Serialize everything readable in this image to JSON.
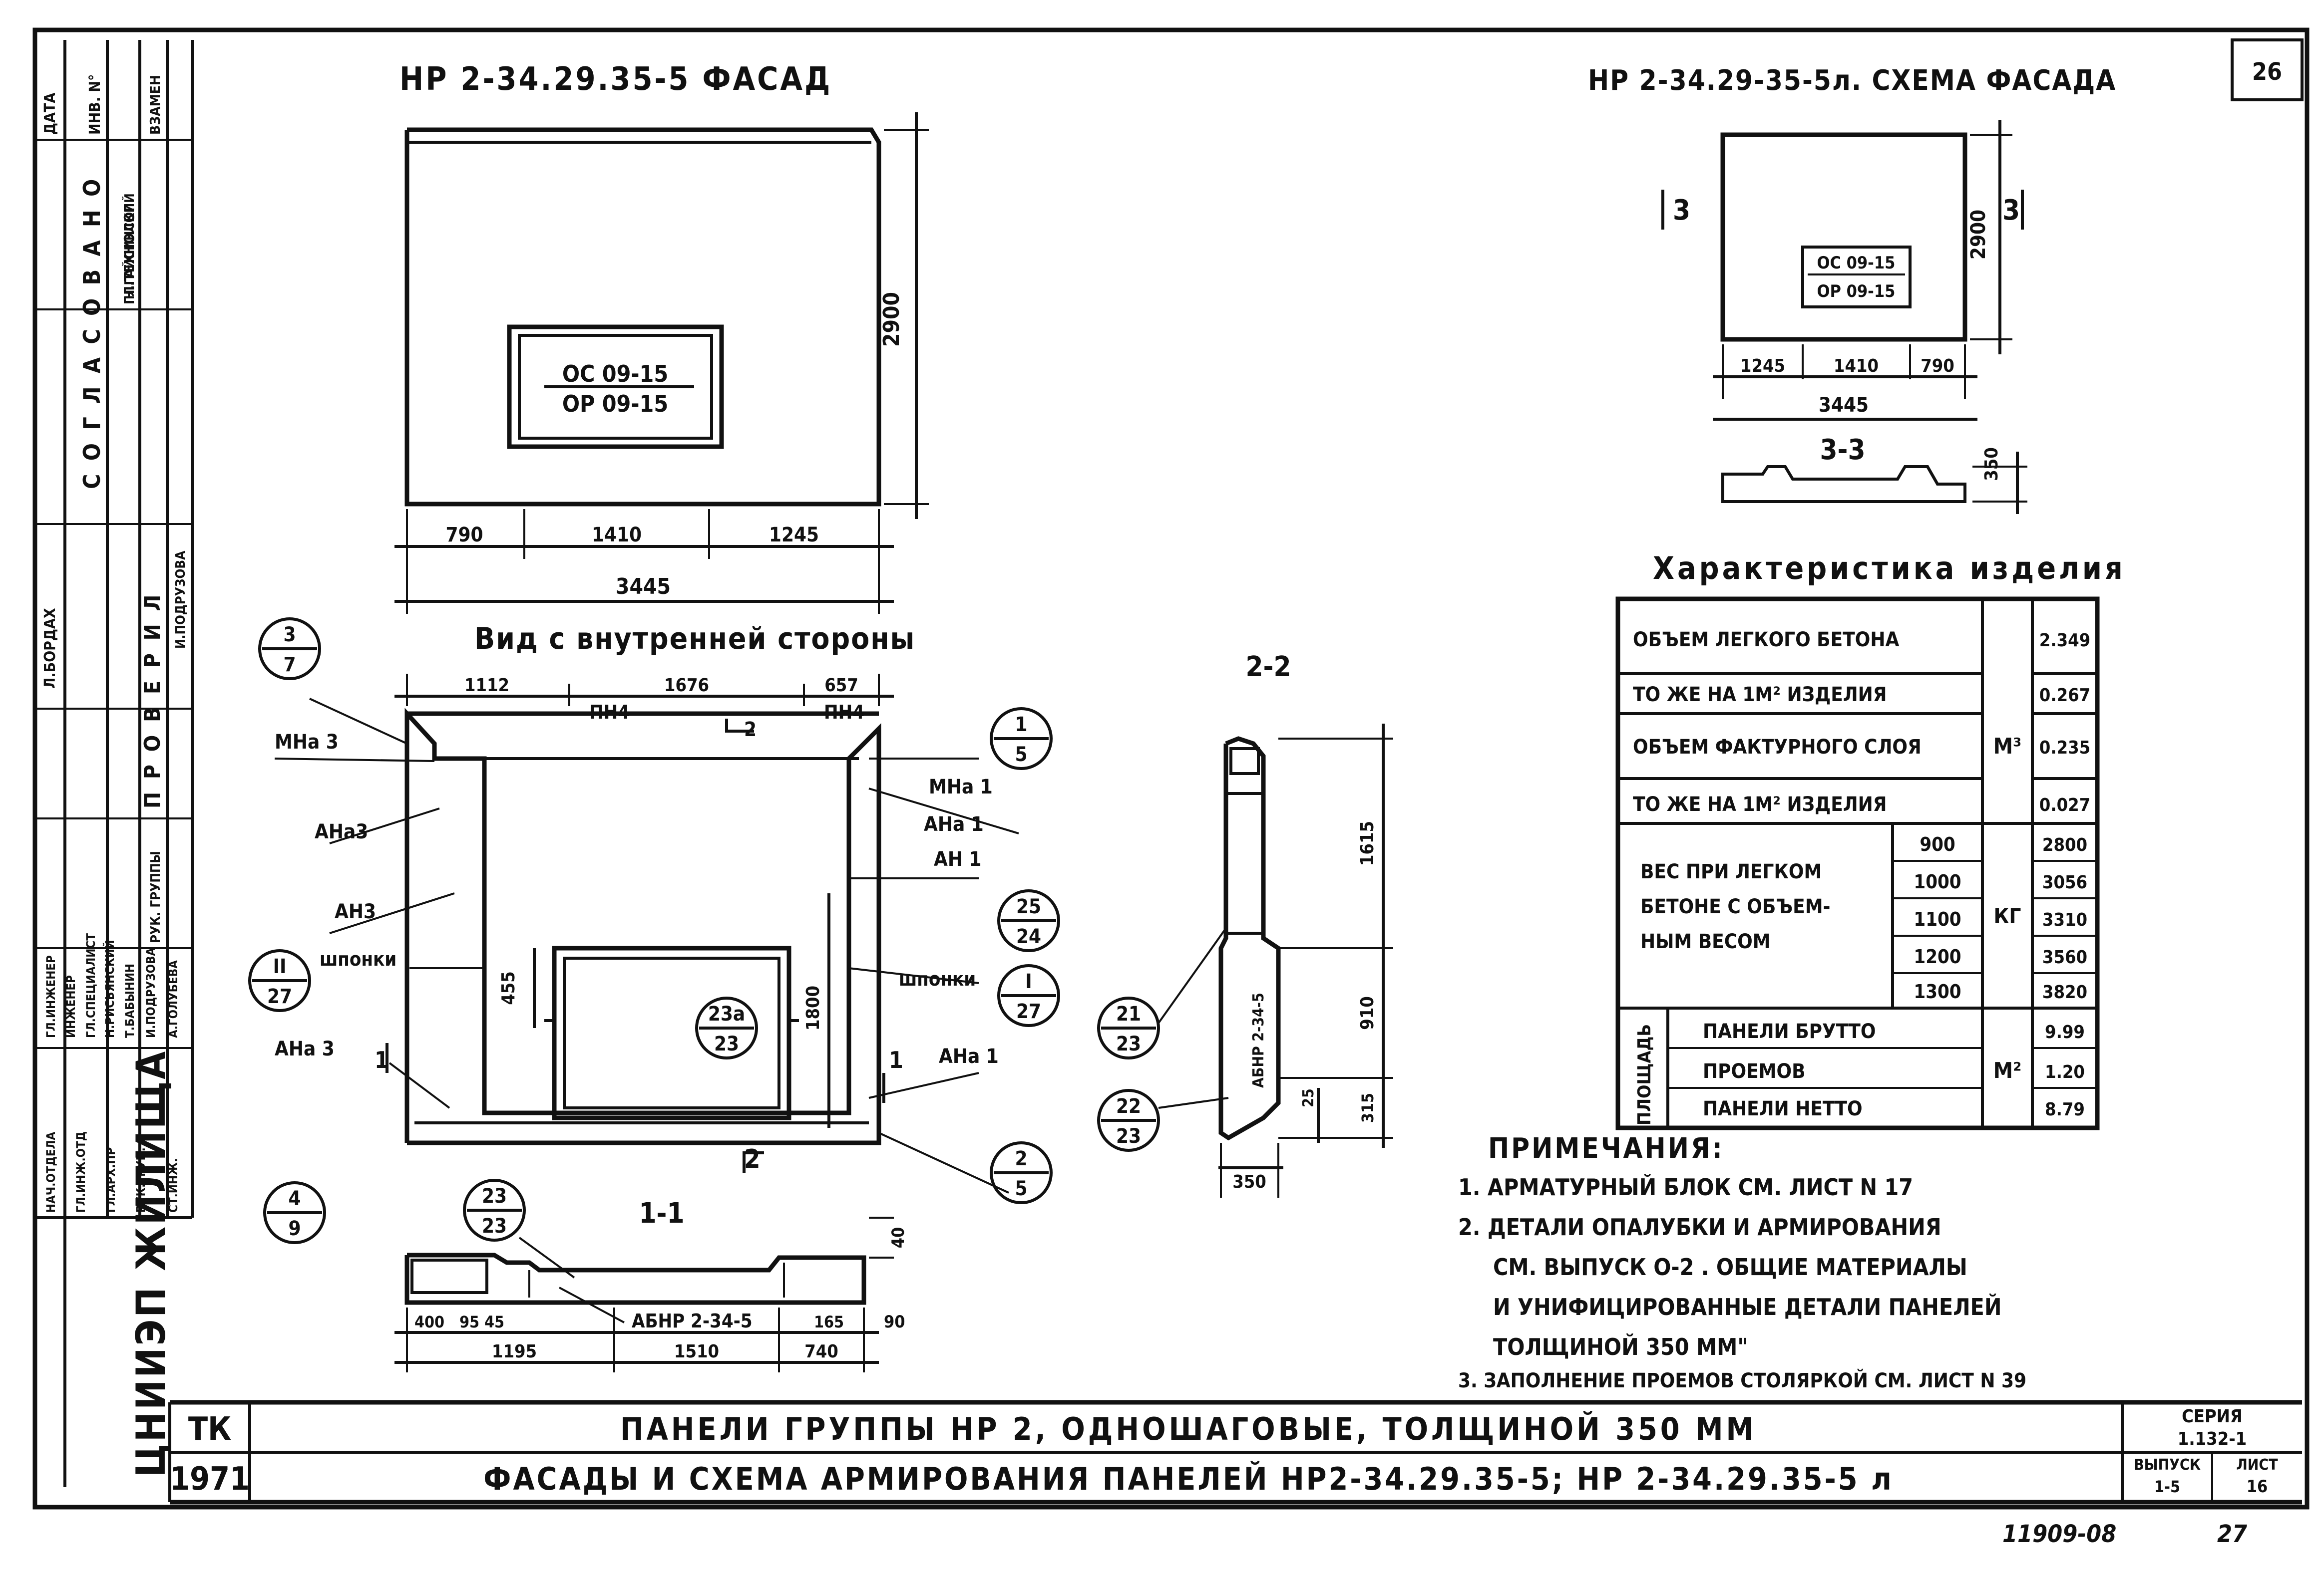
{
  "sheet": {
    "page_number": "26",
    "footer_code": "11909-08",
    "footer_page": "27"
  },
  "facade": {
    "title": "НР 2-34.29.35-5 ФАСАД",
    "window_top": "ОС 09-15",
    "window_bottom": "ОР 09-15",
    "dim_height": "2900",
    "dim_left": "790",
    "dim_mid": "1410",
    "dim_right": "1245",
    "dim_total": "3445"
  },
  "scheme": {
    "title": "НР 2-34.29-35-5л. СХЕМА ФАСАДА",
    "window_top": "ОС 09-15",
    "window_bottom": "ОР 09-15",
    "dim_height": "2900",
    "dim_left": "1245",
    "dim_mid": "1410",
    "dim_right": "790",
    "dim_total": "3445",
    "cut_left": "3",
    "cut_right": "3",
    "section_title": "3-3",
    "section_dim": "350"
  },
  "inner": {
    "title": "Вид с внутренней стороны",
    "dim_top_1": "1112",
    "dim_top_2": "1676",
    "dim_top_3": "657",
    "dim_455": "455",
    "dim_1800": "1800",
    "label_pn4_left": "ПН4",
    "label_pn4_right": "ПН4",
    "label_mna3": "МНа 3",
    "label_ana3_top": "АНа3",
    "label_an3": "АН3",
    "label_shponki_left": "шпонки",
    "label_ana3_bottom": "АНа 3",
    "label_mna1": "МНа 1",
    "label_ana1_top": "АНа 1",
    "label_an1": "АН 1",
    "label_shponki_right": "шпонки",
    "label_ana1_bottom": "АНа 1",
    "cut_top": "2",
    "cut_bottom": "2",
    "cut_left": "1",
    "cut_right": "1",
    "callouts": [
      {
        "top": "3",
        "bottom": "7"
      },
      {
        "top": "1",
        "bottom": "5"
      },
      {
        "top": "II",
        "bottom": "27"
      },
      {
        "top": "23а",
        "bottom": "23"
      },
      {
        "top": "25",
        "bottom": "24"
      },
      {
        "top": "I",
        "bottom": "27"
      },
      {
        "top": "4",
        "bottom": "9"
      },
      {
        "top": "2",
        "bottom": "5"
      }
    ]
  },
  "section11": {
    "title": "1-1",
    "callout_top": "23",
    "callout_bottom": "23",
    "label": "АБНР 2-34-5",
    "dim_400": "400",
    "dim_95": "95",
    "dim_45": "45",
    "dim_1195": "1195",
    "dim_1510": "1510",
    "dim_165": "165",
    "dim_740": "740",
    "dim_90": "90",
    "dim_40": "40"
  },
  "section22": {
    "title": "2-2",
    "dim_1615": "1615",
    "dim_910": "910",
    "dim_315": "315",
    "dim_25": "25",
    "dim_350": "350",
    "label": "АБНР 2-34-5",
    "callout1_top": "21",
    "callout1_bottom": "23",
    "callout2_top": "22",
    "callout2_bottom": "23"
  },
  "characteristics": {
    "title": "Характеристика изделия",
    "rows": [
      {
        "label": "ОБЪЕМ ЛЕГКОГО БЕТОНА",
        "value": "2.349"
      },
      {
        "label": "ТО ЖЕ НА 1М² ИЗДЕЛИЯ",
        "value": "0.267"
      },
      {
        "label": "ОБЪЕМ ФАКТУРНОГО СЛОЯ",
        "value": "0.235"
      },
      {
        "label": "ТО ЖЕ НА 1М²  ИЗДЕЛИЯ",
        "value": "0.027"
      }
    ],
    "unit_volume": "М³",
    "weight_label_1": "ВЕС ПРИ ЛЕГКОМ",
    "weight_label_2": "БЕТОНЕ С ОБЪЕМ-",
    "weight_label_3": "НЫМ  ВЕСОМ",
    "weight_unit": "КГ",
    "weights": [
      {
        "density": "900",
        "value": "2800"
      },
      {
        "density": "1000",
        "value": "3056"
      },
      {
        "density": "1100",
        "value": "3310"
      },
      {
        "density": "1200",
        "value": "3560"
      },
      {
        "density": "1300",
        "value": "3820"
      }
    ],
    "area_group": "ПЛОЩАДЬ",
    "area_unit": "М²",
    "areas": [
      {
        "label": "ПАНЕЛИ  БРУТТО",
        "value": "9.99"
      },
      {
        "label": "ПРОЕМОВ",
        "value": "1.20"
      },
      {
        "label": "ПАНЕЛИ  НЕТТО",
        "value": "8.79"
      }
    ]
  },
  "notes": {
    "title": "ПРИМЕЧАНИЯ:",
    "lines": [
      "1. АРМАТУРНЫЙ  БЛОК  СМ.  ЛИСТ N 17",
      "2. ДЕТАЛИ  ОПАЛУБКИ  И  АРМИРОВАНИЯ",
      "СМ. ВЫПУСК  О-2 . ОБЩИЕ  МАТЕРИАЛЫ",
      "И  УНИФИЦИРОВАННЫЕ  ДЕТАЛИ  ПАНЕЛЕЙ",
      "ТОЛЩИНОЙ  350 ММ\"",
      "3. ЗАПОЛНЕНИЕ ПРОЕМОВ СТОЛЯРКОЙ СМ. ЛИСТ N 39"
    ]
  },
  "title_block": {
    "tk": "ТК",
    "year": "1971",
    "line1": "ПАНЕЛИ   ГРУППЫ  НР 2,  ОДНОШАГОВЫЕ,  ТОЛЩИНОЙ  350 ММ",
    "line2": "ФАСАДЫ И СХЕМА АРМИРОВАНИЯ ПАНЕЛЕЙ НР2-34.29.35-5;  НР 2-34.29.35-5 л",
    "series_label": "СЕРИЯ",
    "series_value": "1.132-1",
    "issue_label": "ВЫПУСК",
    "issue_value": "1-5",
    "sheet_label": "ЛИСТ",
    "sheet_value": "16",
    "org": "ЦНИИЭП ЖИЛИЩА"
  },
  "sidebar": {
    "soglasovano": "С О Г Л А С О В А Н О",
    "data": "ДАТА",
    "inv": "ИНВ. N°",
    "vzamen": "ВЗАМЕН",
    "tehnolog": "ГЛ.ТЕХНОЛОГ",
    "tehnolog_name": "Н.ГАЙСИНСКИЙ",
    "bordah": "Л.БОРДАХ",
    "proveril": "П Р О В Е Р И Л",
    "ruk_grup": "РУК. ГРУППЫ",
    "podruzova_top": "И.ПОДРУЗОВА",
    "staff": [
      "ГЛ.ИНЖЕНЕР",
      "ИНЖЕНЕР",
      "ГЛ.СПЕЦИАЛИСТ",
      "Н.РИСЬЯНСКИЙ",
      "Т.БАБЫНИН",
      "И.ПОДРУЗОВА",
      "А.ГОЛУБЕВА"
    ],
    "roles": [
      "НАЧ.ОТДЕЛА",
      "ГЛ.ИНЖ.ОТД",
      "ГЛ.АРХ.ПР",
      "РУК.ГРУП.",
      "СТ.ИНЖ."
    ]
  }
}
